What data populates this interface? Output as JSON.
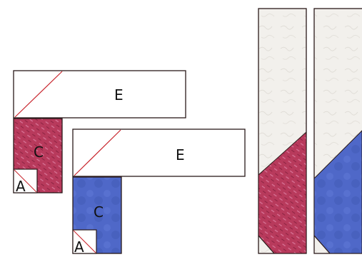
{
  "diagram": {
    "labels": {
      "e_upper": "E",
      "c_red": "C",
      "a_red": "A",
      "e_lower": "E",
      "c_blue": "C",
      "a_blue": "A"
    },
    "colors": {
      "background": "#ffffff",
      "outline": "#2a1a1a",
      "seam": "#c8242c",
      "cream_fabric": "#f2f0ec",
      "red_fabric": "#b83a5c",
      "blue_fabric": "#4f68c8",
      "white_piece": "#ffffff"
    }
  }
}
